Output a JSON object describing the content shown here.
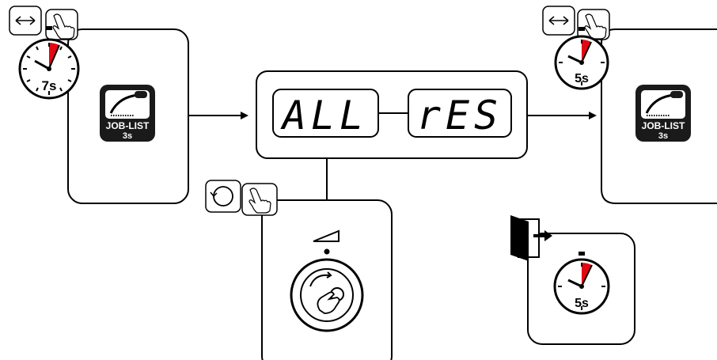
{
  "colors": {
    "stroke": "#000000",
    "background": "#ffffff",
    "timer_wedge": "#e30613",
    "icon_fill": "#1a1a1a",
    "icon_text": "#ffffff"
  },
  "left_panel": {
    "timer_label": "7s",
    "icons": [
      "arrow-left-right-icon",
      "hand-press-icon",
      "stopwatch-icon"
    ],
    "job_list": {
      "line1": "JOB-LIST",
      "line2": "3s",
      "icon": "torch-icon"
    }
  },
  "display": {
    "left": "ALL",
    "right": "rES"
  },
  "right_panel": {
    "timer_label": "5s",
    "icons": [
      "arrow-left-right-icon",
      "hand-press-icon",
      "stopwatch-icon"
    ],
    "job_list": {
      "line1": "JOB-LIST",
      "line2": "3s",
      "icon": "torch-icon"
    }
  },
  "knob_panel": {
    "icons": [
      "rotate-icon",
      "hand-press-icon",
      "ramp-icon",
      "knob-icon"
    ]
  },
  "exit_panel": {
    "timer_label": "5s",
    "icons": [
      "exit-door-icon",
      "stopwatch-icon"
    ]
  }
}
